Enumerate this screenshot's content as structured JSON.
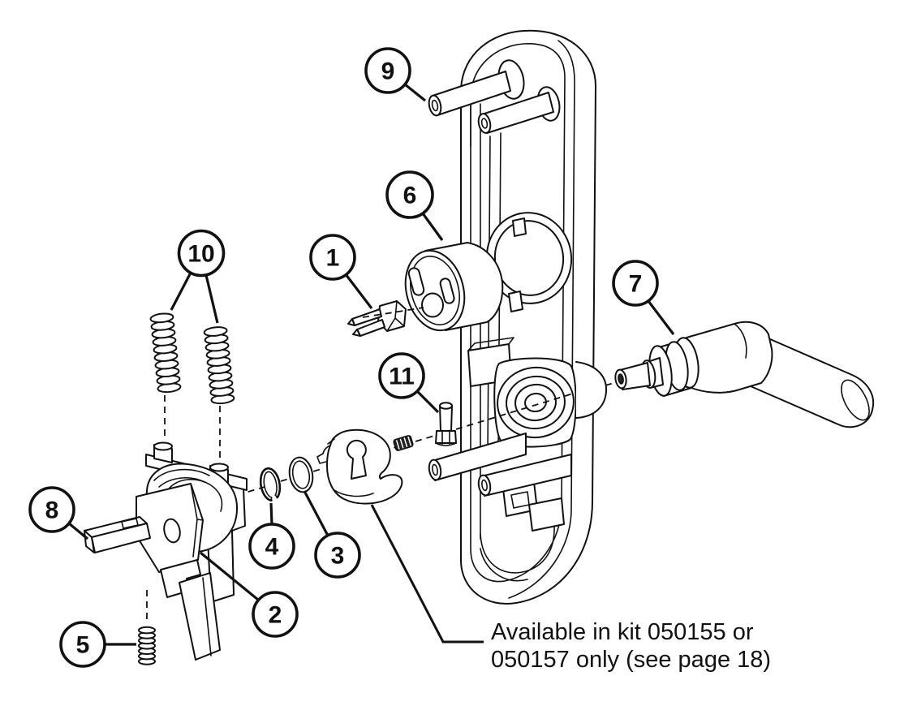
{
  "figure": {
    "type": "exploded-parts-diagram",
    "subject": "lever-lock-assembly",
    "colors": {
      "line": "#111111",
      "background": "#ffffff"
    },
    "callouts": [
      {
        "label": "1"
      },
      {
        "label": "2"
      },
      {
        "label": "3"
      },
      {
        "label": "4"
      },
      {
        "label": "5"
      },
      {
        "label": "6"
      },
      {
        "label": "7"
      },
      {
        "label": "8"
      },
      {
        "label": "9"
      },
      {
        "label": "10"
      },
      {
        "label": "11"
      }
    ],
    "note": {
      "line1": "Available in kit 050155 or",
      "line2": "050157 only (see page 18)"
    }
  }
}
